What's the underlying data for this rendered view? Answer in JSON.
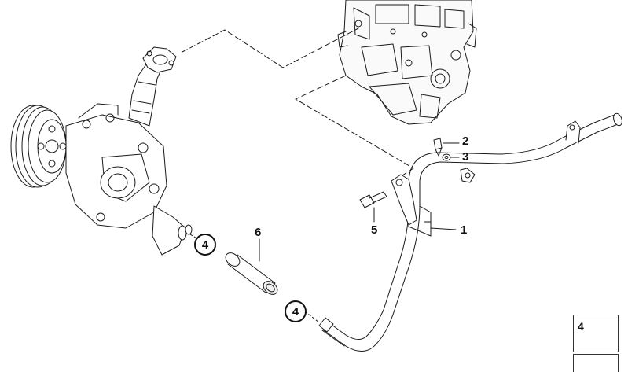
{
  "callouts": {
    "part_1": "1",
    "part_2": "2",
    "part_3": "3",
    "part_4_left": "4",
    "part_4_right": "4",
    "part_5": "5",
    "part_6": "6"
  },
  "legend": {
    "clamp_number": "4"
  },
  "colors": {
    "line": "#1a1a1a",
    "fill": "#ffffff",
    "shade": "#e8e8e8"
  }
}
